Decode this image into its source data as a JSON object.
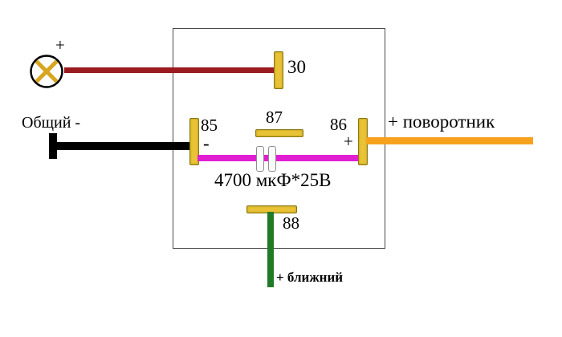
{
  "diagram": {
    "lamp_plus": "+",
    "common_label": "Общий -",
    "terminal_30": "30",
    "terminal_85": "85",
    "terminal_85_minus": "-",
    "terminal_87": "87",
    "terminal_86": "86",
    "terminal_86_plus": "+",
    "turn_signal_label": "+ поворотник",
    "capacitor_label": "4700 мкФ*25В",
    "terminal_88": "88",
    "low_beam_label": "+ ближний"
  },
  "colors": {
    "wire_dark_red": "#9b1b20",
    "wire_black": "#000000",
    "wire_magenta": "#e01fd2",
    "wire_orange": "#f6a21e",
    "wire_green": "#217a28",
    "terminal_yellow": "#e8c335",
    "terminal_border": "#8a7a10",
    "lamp_cross": "#d8a520",
    "lamp_ring": "#000000"
  }
}
